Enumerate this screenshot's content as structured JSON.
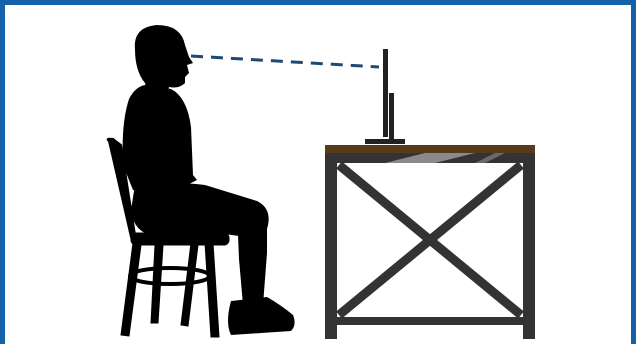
{
  "colors": {
    "frame_border": "#1560a8",
    "background": "#ffffff",
    "silhouette": "#000000",
    "sight_line": "#1d4a72",
    "desk_top": "#5a3a1c",
    "desk_frame": "#333333",
    "monitor": "#222222"
  },
  "illustration": {
    "subject": "person-seated-silhouette",
    "chair": "bentwood-chair-silhouette",
    "desk": "desk-with-cross-braced-legs",
    "monitor": "monitor-profile",
    "sight_line_style": "dashed"
  }
}
